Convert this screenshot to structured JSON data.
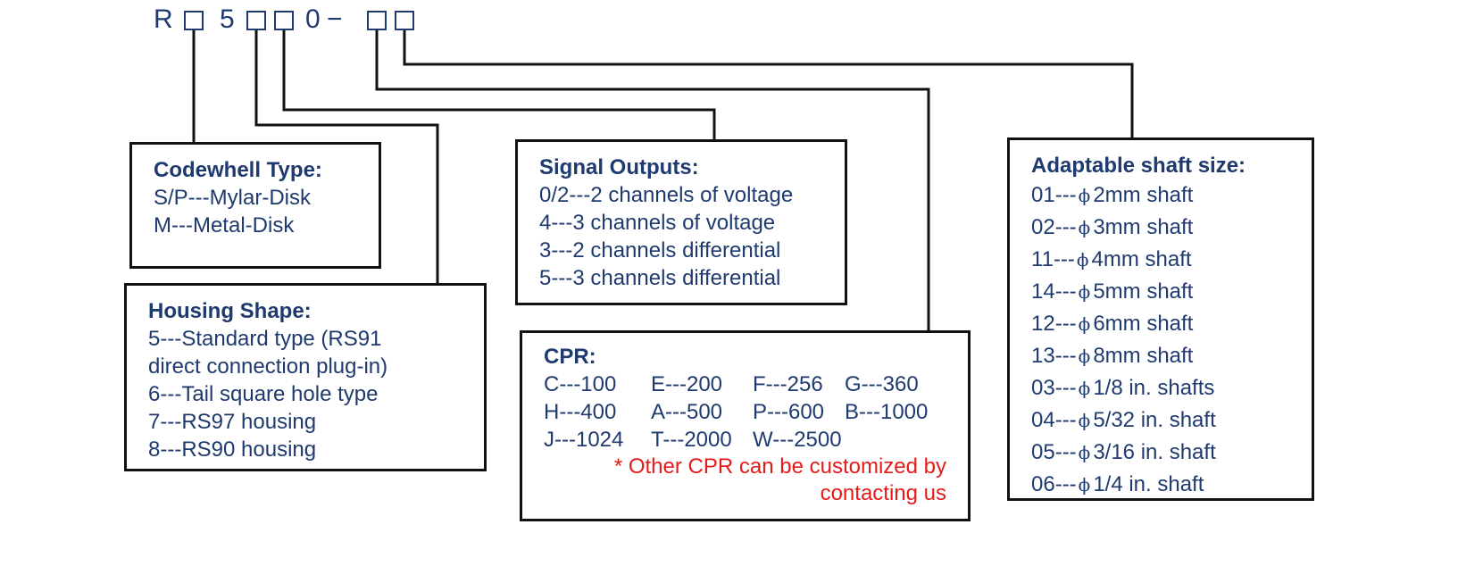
{
  "model_code": {
    "chars": [
      "R",
      "5",
      "0",
      "−"
    ],
    "placeholder_count": 5
  },
  "colors": {
    "text": "#1f3a6e",
    "note": "#e31b1b",
    "line": "#111111"
  },
  "boxes": {
    "codewheel": {
      "title": "Codewhell Type:",
      "items": [
        "S/P---Mylar-Disk",
        "M---Metal-Disk"
      ]
    },
    "housing": {
      "title": "Housing Shape:",
      "items": [
        "5---Standard type (RS91",
        "direct connection plug-in)",
        "6---Tail square hole type",
        "7---RS97 housing",
        "8---RS90 housing"
      ]
    },
    "signal": {
      "title": "Signal Outputs:",
      "items": [
        "0/2---2 channels of voltage",
        "4---3 channels of voltage",
        "3---2 channels differential",
        "5---3 channels differential"
      ]
    },
    "cpr": {
      "title": "CPR:",
      "rows": [
        [
          "C---100",
          "E---200",
          "F---256",
          "G---360"
        ],
        [
          "H---400",
          "A---500",
          "P---600",
          "B---1000"
        ],
        [
          "J---1024",
          "T---2000",
          "W---2500",
          ""
        ]
      ],
      "note_line1": "* Other CPR can be customized by",
      "note_line2": "contacting us"
    },
    "shaft": {
      "title": "Adaptable shaft size:",
      "phi_symbol": "ϕ",
      "items": [
        {
          "code": "01---",
          "size": "2mm shaft"
        },
        {
          "code": "02---",
          "size": "3mm shaft"
        },
        {
          "code": "11---",
          "size": "4mm shaft"
        },
        {
          "code": "14---",
          "size": "5mm shaft"
        },
        {
          "code": "12---",
          "size": "6mm shaft"
        },
        {
          "code": "13---",
          "size": "8mm shaft"
        },
        {
          "code": "03---",
          "size": "1/8 in. shafts"
        },
        {
          "code": "04---",
          "size": "5/32 in. shaft"
        },
        {
          "code": "05---",
          "size": "3/16 in. shaft"
        },
        {
          "code": "06---",
          "size": "1/4 in. shaft"
        }
      ]
    }
  }
}
